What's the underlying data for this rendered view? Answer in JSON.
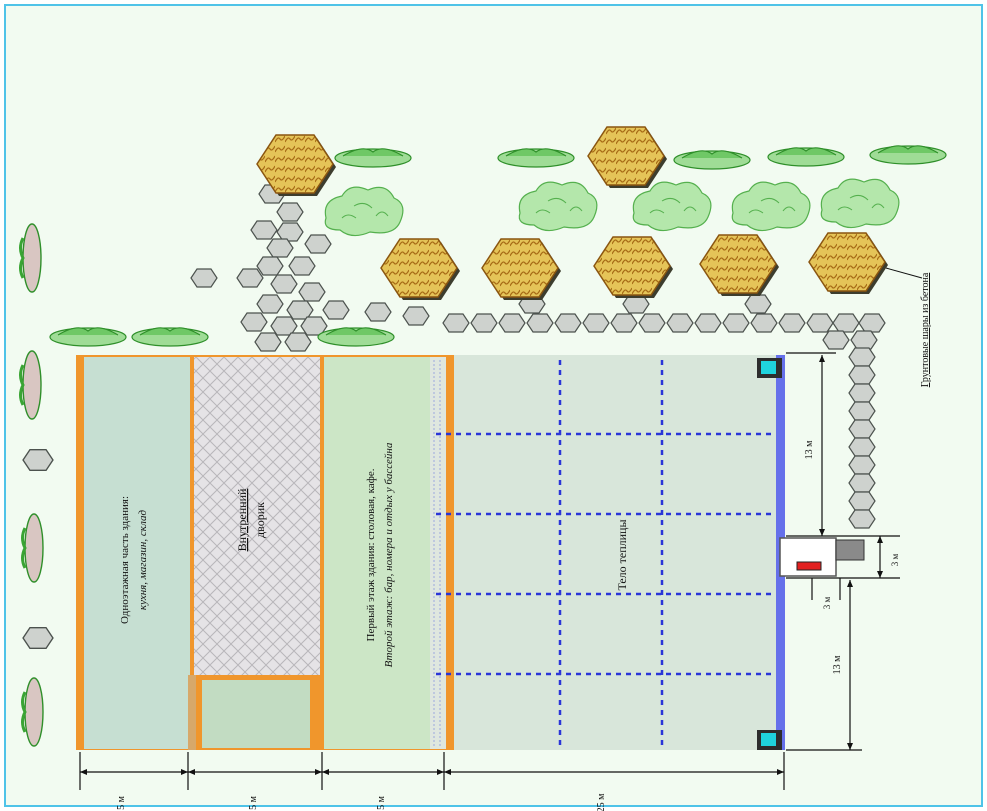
{
  "zones": [
    {
      "title": "Одноэтажная часть здания:",
      "subtitle": "кухня, магазин, склад"
    },
    {
      "title": "Внутренний",
      "subtitle": "дворик"
    },
    {
      "title": "Первый этаж здания: столовая, кафе.",
      "subtitle": "Второй этаж: бар, номера и отдых у бассейна"
    },
    {
      "title": "Тело теплицы",
      "subtitle": ""
    }
  ],
  "legend": {
    "path_label": "Грунтовые шары из бетона"
  },
  "dimensions": {
    "d1": "5 м",
    "d2": "5 м",
    "d3": "5 м",
    "d4": "25 м",
    "d5": "13 м",
    "d6": "13 м",
    "d7": "3 м",
    "d8": "3 м"
  },
  "colors": {
    "frame": "#4fc3e8",
    "background": "#f2fbf1",
    "orange": "#f0962c",
    "zone1": "#c6dfd2",
    "zone3": "#cce6c6",
    "greenhouse": "#d8e6da",
    "grid_blue": "#2a35d8",
    "wall_blue": "#6570ea",
    "paver": "#cfd3cf",
    "tile_fill": "#e3c35c",
    "tile_line": "#a56a18",
    "leaf": "#4fb04a",
    "bush": "#b2e7a9"
  }
}
